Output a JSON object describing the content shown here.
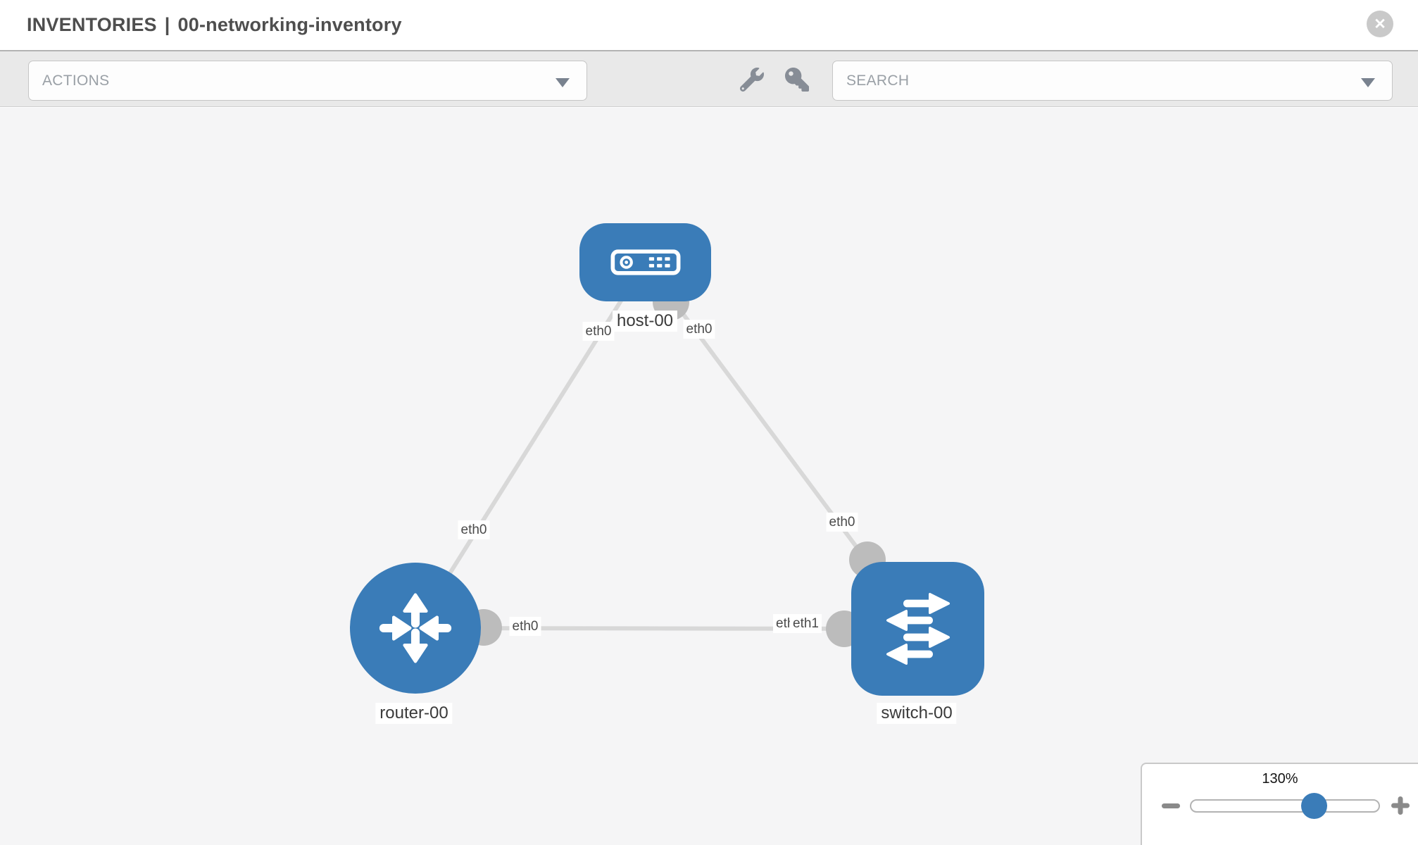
{
  "header": {
    "section_title": "INVENTORIES",
    "separator": "|",
    "inventory_name": "00-networking-inventory",
    "close_glyph": "✕"
  },
  "toolbar": {
    "actions_label": "ACTIONS",
    "search_label": "SEARCH"
  },
  "topology": {
    "nodes": [
      {
        "label": "host-00",
        "type": "host"
      },
      {
        "label": "router-00",
        "type": "router"
      },
      {
        "label": "switch-00",
        "type": "switch"
      }
    ],
    "links": [
      {
        "from": "host-00",
        "from_interface": "eth0",
        "to": "router-00",
        "to_interface": "eth0"
      },
      {
        "from": "host-00",
        "from_interface": "eth0",
        "to": "switch-00",
        "to_interface": "eth0"
      },
      {
        "from": "router-00",
        "from_interface": "eth0",
        "to": "switch-00",
        "to_interface": "eth1"
      }
    ],
    "chips": {
      "host_router_host_end": "eth0",
      "host_router_router_end": "eth0",
      "host_switch_host_end": "eth0",
      "host_switch_switch_end": "eth0",
      "router_switch_router_end": "eth0",
      "router_switch_switch_end_under": "eth0",
      "router_switch_switch_end_over": "eth1"
    }
  },
  "zoom_control": {
    "level": "130%"
  },
  "colors": {
    "node_blue": "#3a7cb8",
    "link_gray": "#d8d8d8",
    "connector_gray": "#bcbcbc",
    "toolbar_bg": "#e9e9e9"
  }
}
